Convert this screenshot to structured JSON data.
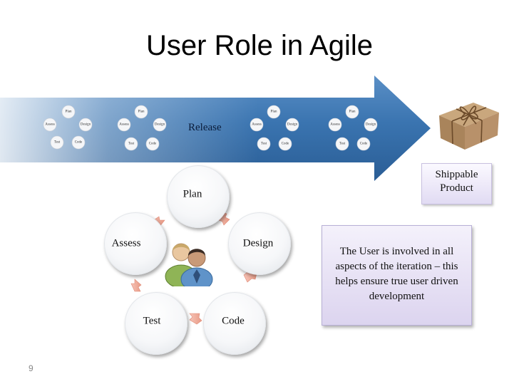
{
  "title": "User Role in Agile",
  "release_label": "Release",
  "mini_cycles": [
    {
      "plan": "Plan",
      "design": "Design",
      "code": "Code",
      "test": "Test",
      "assess": "Assess"
    },
    {
      "plan": "Plan",
      "design": "Design",
      "code": "Code",
      "test": "Test",
      "assess": "Assess"
    },
    {
      "plan": "Plan",
      "design": "Design",
      "code": "Code",
      "test": "Test",
      "assess": "Assess"
    },
    {
      "plan": "Plan",
      "design": "Design",
      "code": "Code",
      "test": "Test",
      "assess": "Assess"
    }
  ],
  "cycle": {
    "plan": "Plan",
    "design": "Design",
    "code": "Code",
    "test": "Test",
    "assess": "Assess"
  },
  "product_label": "Shippable Product",
  "note": "The User is involved in all aspects of the iteration – this helps ensure true user driven development",
  "page_number": "9",
  "icons": [
    "users-icon",
    "gift-box-icon"
  ],
  "colors": {
    "banner": "#2f6aa5",
    "arrow_accent": "#f2b7a8",
    "box": "#e0dbf3"
  }
}
